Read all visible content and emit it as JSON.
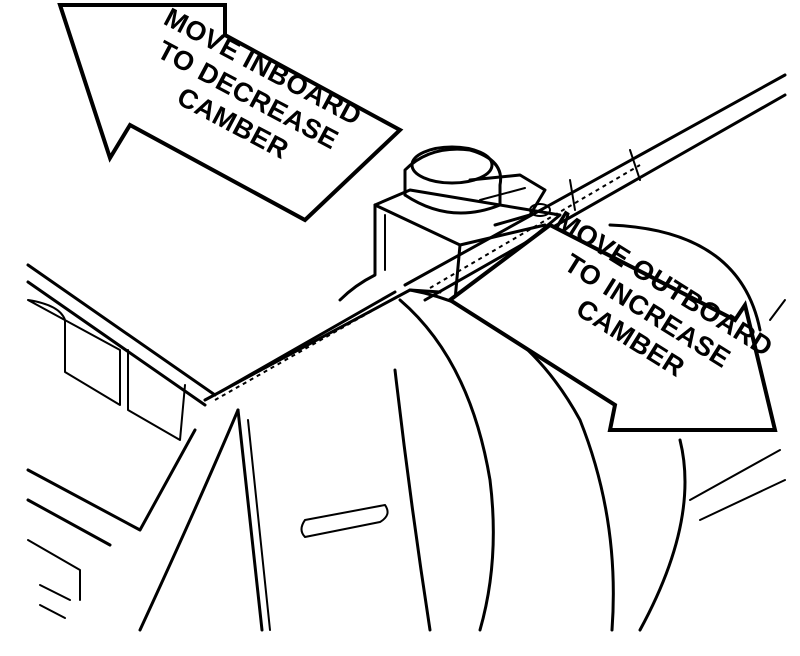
{
  "callouts": {
    "inboard": {
      "line1": "MOVE INBOARD",
      "line2": "TO DECREASE",
      "line3": "CAMBER"
    },
    "outboard": {
      "line1": "MOVE OUTBOARD",
      "line2": "TO INCREASE",
      "line3": "CAMBER"
    }
  }
}
